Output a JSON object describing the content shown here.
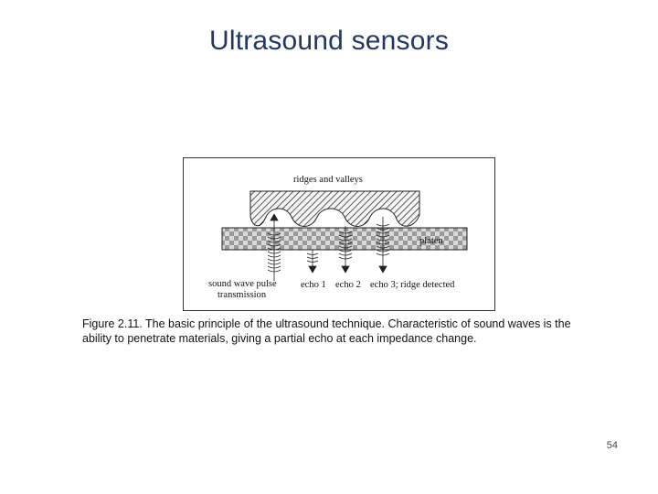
{
  "slide": {
    "title": "Ultrasound sensors",
    "page_number": "54"
  },
  "figure": {
    "labels": {
      "ridges_and_valleys": "ridges and valleys",
      "platen": "platen",
      "sound_wave_pulse": "sound wave pulse",
      "transmission": "transmission",
      "echo_1": "echo 1",
      "echo_2": "echo 2",
      "echo_3": "echo 3; ridge detected"
    },
    "caption": "Figure 2.11. The basic principle of the ultrasound technique. Characteristic of sound waves is the ability to penetrate materials, giving a partial echo at each impedance change."
  }
}
